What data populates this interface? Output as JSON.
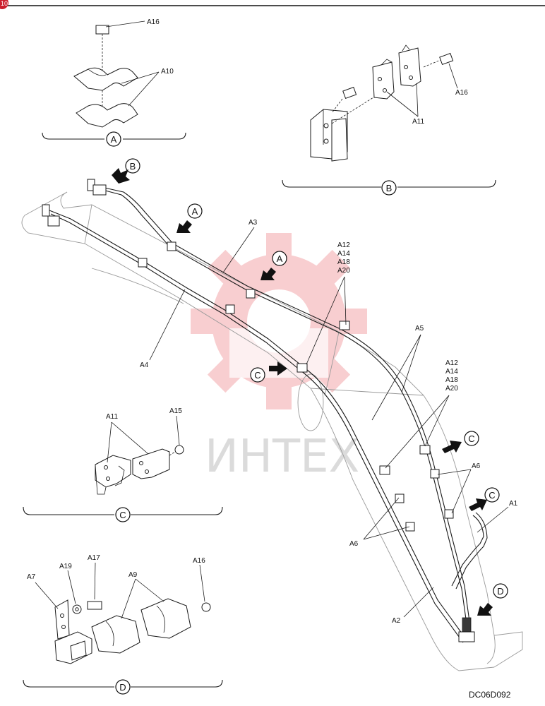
{
  "page": {
    "badge": "10",
    "drawing_code": "DC06D092",
    "watermark": "ИНТЕХ"
  },
  "views": {
    "A": {
      "callout": "A",
      "parts": [
        "A16",
        "A10"
      ]
    },
    "B": {
      "callout": "B",
      "parts": [
        "A16",
        "A11"
      ]
    },
    "C": {
      "callout": "C",
      "parts": [
        "A11",
        "A15"
      ]
    },
    "D": {
      "callout": "D",
      "parts": [
        "A7",
        "A19",
        "A17",
        "A9",
        "A16"
      ]
    }
  },
  "main": {
    "callouts": [
      "B",
      "A",
      "A",
      "C",
      "C",
      "C",
      "D"
    ],
    "labels": {
      "a1": "A1",
      "a2": "A2",
      "a3": "A3",
      "a4": "A4",
      "a5": "A5",
      "a6_right": "A6",
      "a6_left": "A6",
      "stack_top": [
        "A12",
        "A14",
        "A18",
        "A20"
      ],
      "stack_mid": [
        "A12",
        "A14",
        "A18",
        "A20"
      ]
    }
  },
  "colors": {
    "ink": "#1a1a1a",
    "watermark": "#e8525a",
    "badge": "#cc1f2d"
  }
}
